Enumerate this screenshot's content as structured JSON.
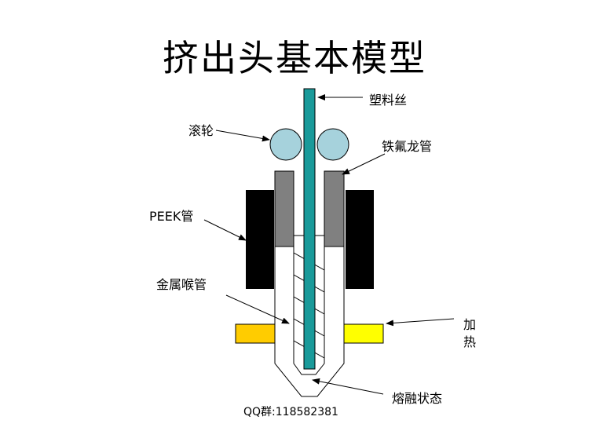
{
  "title": "挤出头基本模型",
  "labels": {
    "filament": "塑料丝",
    "rollers": "滚轮",
    "ptfe_tube": "铁氟龙管",
    "peek_tube": "PEEK管",
    "metal_throat": "金属喉管",
    "heating_line1": "加",
    "heating_line2": "热",
    "molten_state": "熔融状态"
  },
  "footer": "QQ群:118582381",
  "colors": {
    "filament": "#1a9a9a",
    "rollers": "#a6d2dc",
    "ptfe": "#808080",
    "peek": "#000000",
    "heater_left": "#ffcc00",
    "heater_right": "#ffff00"
  }
}
